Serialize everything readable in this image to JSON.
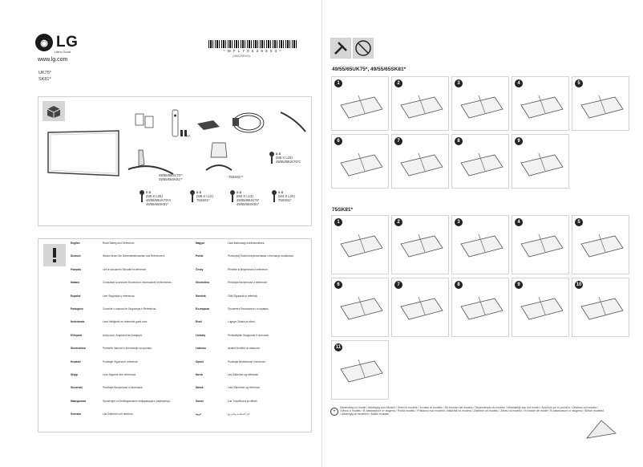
{
  "brand": {
    "logo_text": "LG",
    "tagline": "Life's Good",
    "url": "www.lg.com"
  },
  "models": [
    "UK75*",
    "SK81*"
  ],
  "barcode": {
    "digits": "* M F L 7 0 5 3 9 8 0 3 *",
    "part_no": "(1803-REV01)"
  },
  "accessories": {
    "label_aa": "AA",
    "stand_left": "49/55/65UK75**\n49/55/65SK81**",
    "stand_right": "75SK81**",
    "screws": [
      {
        "qty": "x 4",
        "spec": "(M5 X L20)",
        "models": "49/55/65UK75*C"
      },
      {
        "qty": "x 4",
        "spec": "(M5 X L25)",
        "models": "49/55/65UK75*A\n49/55/65SK81*"
      },
      {
        "qty": "x 4",
        "spec": "(M6 X L12)",
        "models": "75SK81*"
      },
      {
        "qty": "x 4",
        "spec": "(M4 X L12)",
        "models": "49/55/65UK75*\n49/55/65SK81*"
      },
      {
        "qty": "x 4",
        "spec": "(M4 X L20)",
        "models": "75SK81*"
      }
    ]
  },
  "languages_left": [
    {
      "name": "English",
      "desc": "Read Safety and Reference."
    },
    {
      "name": "Deutsch",
      "desc": "Wesen lesen Sie Sicherheitshinweise und Referenzen!"
    },
    {
      "name": "Français",
      "desc": "Lire le document Sécurité et référence."
    },
    {
      "name": "Italiano",
      "desc": "Consultare la sezione Sicurezza e informazioni di riferimento."
    },
    {
      "name": "Español",
      "desc": "Leer Seguridad y referencia."
    },
    {
      "name": "Português",
      "desc": "Consulte o manual de Segurança e Referência."
    },
    {
      "name": "Nederlands",
      "desc": "Lees Veiligheid en referentie goed door."
    },
    {
      "name": "Ελληνικά",
      "desc": "Ανάγνωση: Ασφάλεια και Αναφορά."
    },
    {
      "name": "Slovenščina",
      "desc": "Preberite Varnost in informacije za uporabo."
    },
    {
      "name": "Hrvatski",
      "desc": "Pročitajte Sigurnost i reference."
    },
    {
      "name": "Shqip",
      "desc": "Lexo Sigurinë dhe referencat."
    },
    {
      "name": "Slovenski",
      "desc": "Prečítajte Bezpečnosť a informácie."
    },
    {
      "name": "Македонски",
      "desc": "Прочитајте ги Безбедносните информации и референци."
    },
    {
      "name": "Svenska",
      "desc": "Läs Säkerhet och referens."
    }
  ],
  "languages_right": [
    {
      "name": "Magyar",
      "desc": "Lásd Biztonsági óvintézkedések."
    },
    {
      "name": "Polski",
      "desc": "Przeczytaj Środki bezpieczeństwa i informacje dodatkowe."
    },
    {
      "name": "Česky",
      "desc": "Přečtěte si Bezpečnost a reference."
    },
    {
      "name": "Slovenčina",
      "desc": "Prečítajte Bezpečnosť a referencie."
    },
    {
      "name": "Română",
      "desc": "Citiți Siguranță și referință."
    },
    {
      "name": "Български",
      "desc": "Прочетете Безопасност и справка."
    },
    {
      "name": "Eesti",
      "desc": "Lugege Ohutus ja viited."
    },
    {
      "name": "Lietuvių",
      "desc": "Perskaitykite Saugumas ir nuorodos."
    },
    {
      "name": "Latviešu",
      "desc": "Izlasiet Drošība un atsauces."
    },
    {
      "name": "Srpski",
      "desc": "Pročitajte Bezbednost i reference."
    },
    {
      "name": "Norsk",
      "desc": "Les Sikkerhet og referanse."
    },
    {
      "name": "Dansk",
      "desc": "Læs Sikkerhed og reference."
    },
    {
      "name": "Suomi",
      "desc": "Lue Turvallisuus ja viitteet."
    },
    {
      "name": "عربية",
      "desc": "اقرأ السلامة والمرجع"
    }
  ],
  "assembly": {
    "title_a": "49/55/65UK75*, 49/55/65SK81*",
    "title_b": "75SK81*",
    "steps_a": [
      "1",
      "2",
      "3",
      "4",
      "5",
      "6",
      "7",
      "8",
      "9"
    ],
    "steps_b": [
      "1",
      "2",
      "3",
      "4",
      "5",
      "6",
      "7",
      "8",
      "9",
      "10",
      "11"
    ]
  },
  "footnote": "Depending on model / Abhängig vom Modell / Selon le modèle / In base al modello / En función del modelo / Dependendo do modelo / Afhankelijk van het model / Ανάλογα με το μοντέλο / Odvisno od modela / Ovisno o modelu / В зависимост от модела / Podľa modelu / Priklauso nuo modelio / Atkarībā no modeļa / Zależnie od modelu / Závisí na modelu / În funcție de model / В зависимост от модела / Sõltub mudelist / Afhængig af modellen / Mallin mukaan"
}
